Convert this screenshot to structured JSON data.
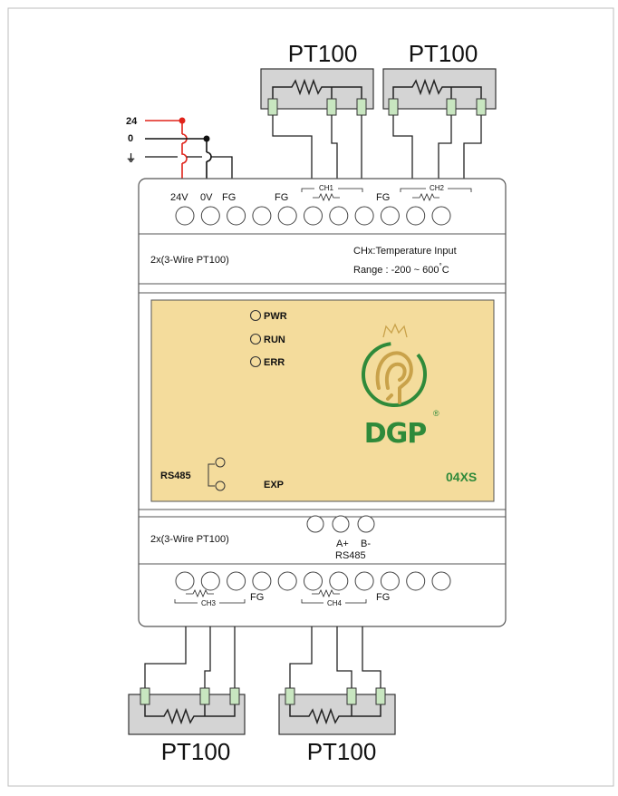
{
  "sensor_label": "PT100",
  "power": {
    "line_24": "24",
    "line_0": "0",
    "line_ground": "⏚"
  },
  "top_terminals": {
    "v24": "24V",
    "v0": "0V",
    "fg1": "FG",
    "fg2": "FG",
    "ch1": "CH1",
    "fg3": "FG",
    "ch2": "CH2"
  },
  "top_info": {
    "left": "2x(3-Wire PT100)",
    "right_line1": "CHx:Temperature Input",
    "right_line2_prefix": "Range : -200  ~  600",
    "right_line2_unit_sup": "°",
    "right_line2_unit": "C"
  },
  "leds": [
    "PWR",
    "RUN",
    "ERR"
  ],
  "brand": {
    "name": "DGP",
    "registered": "®",
    "model": "04XS"
  },
  "front": {
    "rs485": "RS485",
    "exp": "EXP"
  },
  "bottom_info": {
    "left": "2x(3-Wire PT100)",
    "a_plus": "A+",
    "b_minus": "B-",
    "rs485": "RS485"
  },
  "bottom_terminals": {
    "ch3": "CH3",
    "fg1": "FG",
    "ch4": "CH4",
    "fg2": "FG"
  },
  "colors": {
    "panel": "#f4dc9c",
    "brand_green": "#2f8a3a",
    "brand_gold": "#c9a24a",
    "wire_red": "#e0231a",
    "sensor_fill": "#d4d4d4",
    "terminal_green": "#c8e6c0"
  }
}
